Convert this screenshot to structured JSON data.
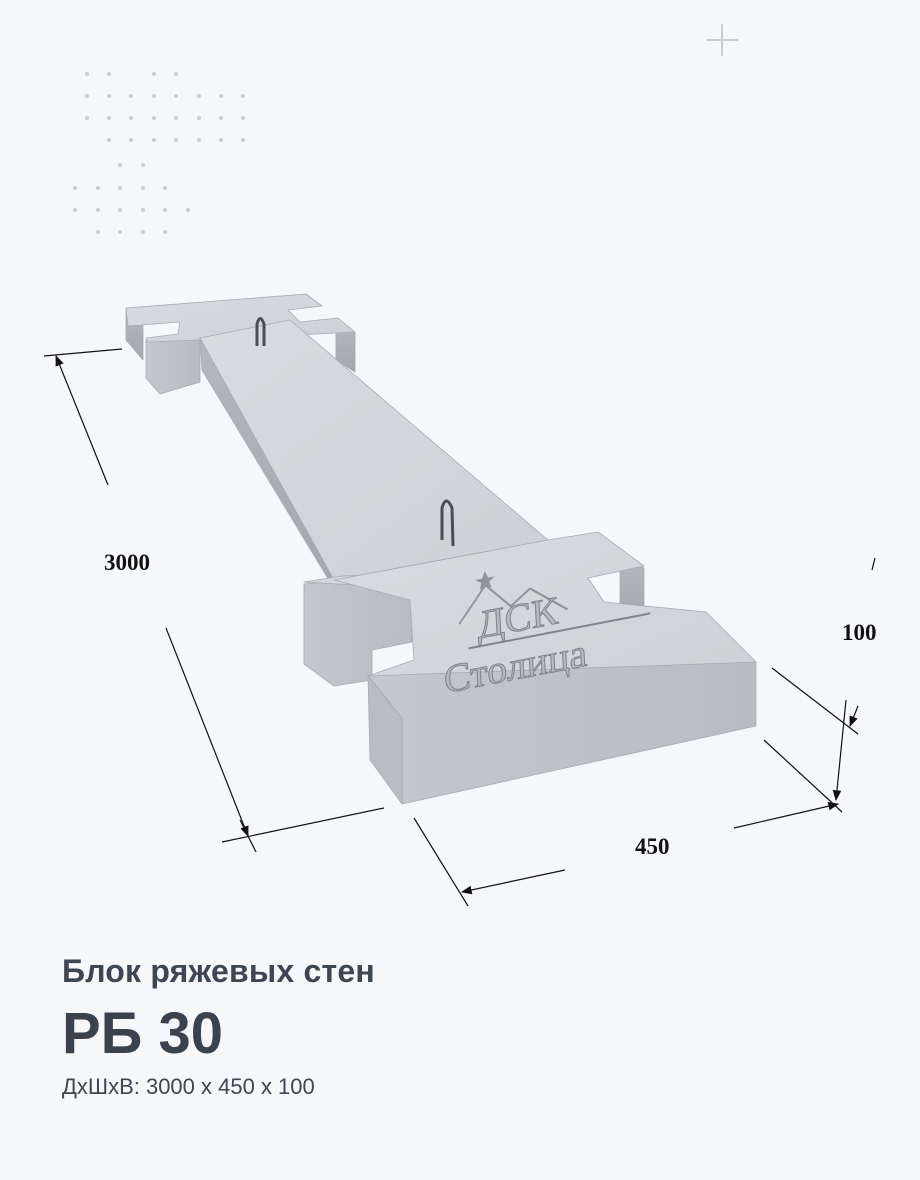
{
  "product": {
    "subtitle": "Блок ряжевых стен",
    "title": "РБ 30",
    "dimensions_line": "ДхШхВ: 3000 х  450 х  100"
  },
  "dimensions": {
    "length_label": "3000",
    "height_label": "100",
    "width_label": "450"
  },
  "logo": {
    "line1": "ДСК",
    "line2": "Столица"
  },
  "colors": {
    "background": "#f5f7fb",
    "concrete_top": "#d3d6da",
    "concrete_front": "#bfc3c8",
    "concrete_side": "#a9aeb4",
    "caption_text": "#3d4652"
  }
}
